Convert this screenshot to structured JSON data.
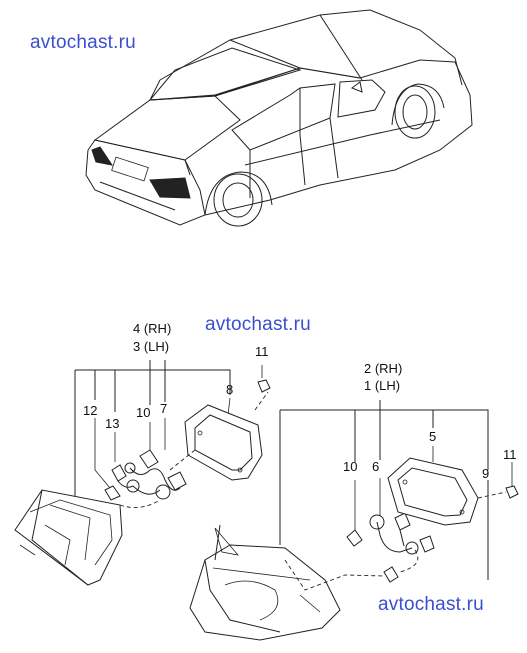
{
  "watermarks": {
    "top": "avtochast.ru",
    "middle": "avtochast.ru",
    "bottom": "avtochast.ru"
  },
  "callouts": {
    "left_assembly_rh": "4 (RH)",
    "left_assembly_lh": "3 (LH)",
    "right_assembly_rh": "2 (RH)",
    "right_assembly_lh": "1 (LH)",
    "n12": "12",
    "n13": "13",
    "n10_left": "10",
    "n7": "7",
    "n8": "8",
    "n11_left": "11",
    "n10_right": "10",
    "n6": "6",
    "n5": "5",
    "n9": "9",
    "n11_right": "11"
  },
  "colors": {
    "watermark": "#3a4fd0",
    "line": "#222222"
  }
}
